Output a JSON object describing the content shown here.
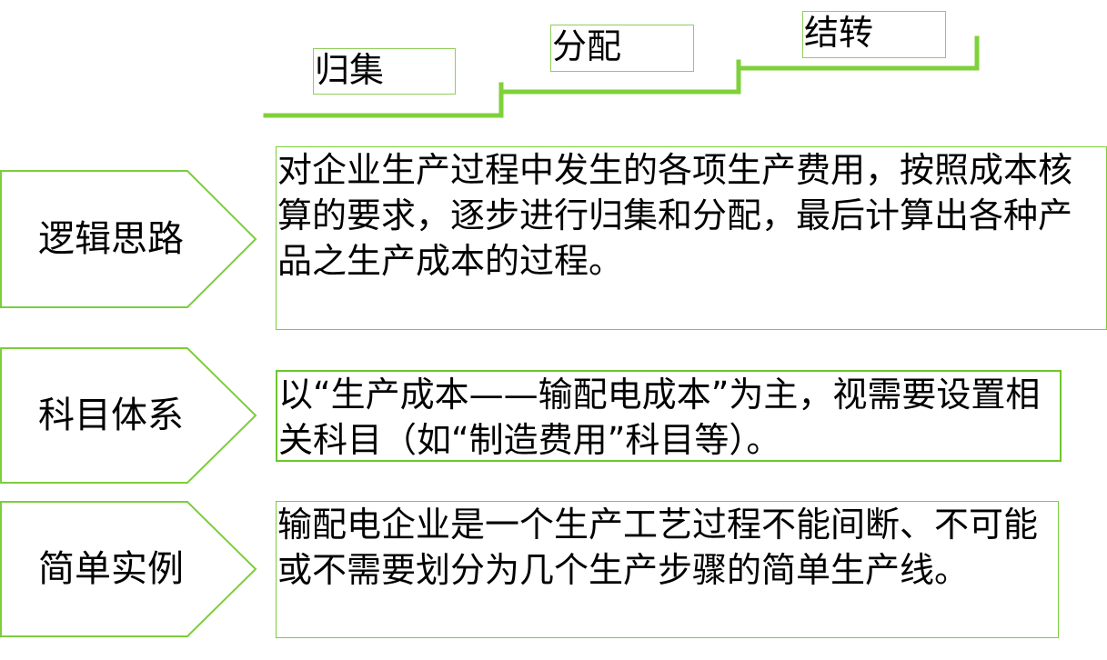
{
  "stages": [
    {
      "id": "collect",
      "label": "归集"
    },
    {
      "id": "allocate",
      "label": "分配"
    },
    {
      "id": "transfer",
      "label": "结转"
    }
  ],
  "rows": [
    {
      "id": "logic",
      "title": "逻辑思路",
      "content": "对企业生产过程中发生的各项生产费用，按照成本核算的要求，逐步进行归集和分配，最后计算出各种产品之生产成本的过程。"
    },
    {
      "id": "accounts",
      "title": "科目体系",
      "content": "以“生产成本——输配电成本”为主，视需要设置相关科目（如“制造费用”科目等）。"
    },
    {
      "id": "example",
      "title": "简单实例",
      "content": "输配电企业是一个生产工艺过程不能间断、不可能或不需要划分为几个生产步骤的简单生产线。"
    }
  ],
  "colors": {
    "accent_green": "#7ccd3c",
    "step_line_green": "#7fd13b",
    "text": "#000000",
    "background": "#ffffff"
  }
}
